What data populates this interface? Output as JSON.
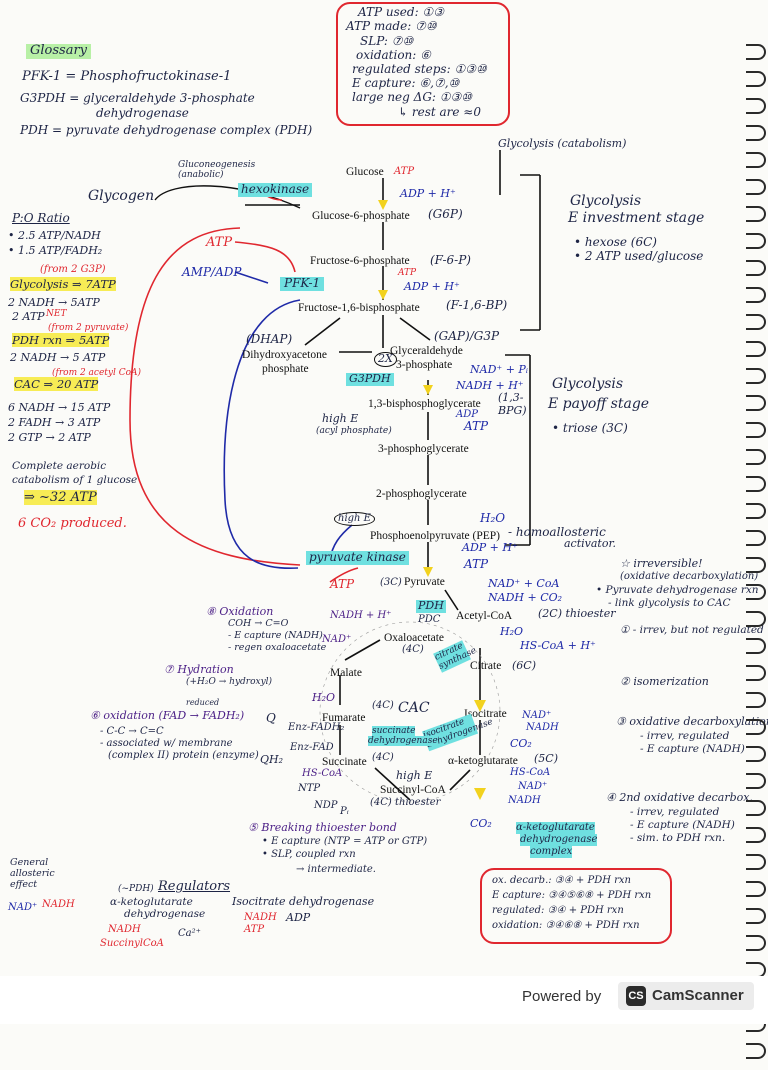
{
  "summary_box": {
    "lines": [
      "ATP used: ①③",
      "ATP made: ⑦⑩",
      "SLP: ⑦⑩",
      "oxidation: ⑥",
      "regulated steps: ①③⑩",
      "E capture: ⑥,⑦,⑩",
      "large neg ΔG: ①③⑩",
      "↳ rest are ≈0"
    ]
  },
  "glossary": {
    "title": "Glossary",
    "pfk": "PFK-1 = Phosphofructokinase-1",
    "gapdh_1": "G3PDH = glyceraldehyde 3-phosphate",
    "gapdh_2": "dehydrogenase",
    "pdh": "PDH = pyruvate dehydrogenase complex (PDH)"
  },
  "po_ratio": {
    "title": "P:O Ratio",
    "nadh": "• 2.5 ATP/NADH",
    "fadh": "• 1.5 ATP/FADH₂",
    "from_g3p": "(from 2 G3P)",
    "glycolysis": "Glycolysis ⇒ 7ATP",
    "glyc_nadh": "2 NADH → 5ATP",
    "glyc_atp": "2 ATP",
    "net": "NET",
    "from_pyruvate": "(from 2 pyruvate)",
    "pdh_rxn": "PDH rxn ⇒ 5ATP",
    "pdh_nadh": "2 NADH → 5 ATP",
    "from_acetyl": "(from 2 acetyl CoA)",
    "cac": "CAC ⇒ 20 ATP",
    "cac_nadh": "6 NADH → 15 ATP",
    "cac_fadh": "2 FADH → 3 ATP",
    "cac_gtp": "2 GTP → 2 ATP",
    "complete_1": "Complete aerobic",
    "complete_2": "catabolism of 1 glucose",
    "total": "⇒ ~32 ATP",
    "co2": "6 CO₂ produced."
  },
  "glycolysis": {
    "header": "Glycolysis (catabolism)",
    "gluconeogenesis": "Gluconeogenesis (anabolic)",
    "glycogen": "Glycogen",
    "glucose": "Glucose",
    "atp": "ATP",
    "adp_h": "ADP + H⁺",
    "hexokinase": "hexokinase",
    "g6p": "Glucose-6-phosphate",
    "g6p_abbr": "(G6P)",
    "f6p": "Fructose-6-phosphate",
    "f6p_abbr": "(F-6-P)",
    "atp_reg": "ATP",
    "amp_adp": "AMP/ADP",
    "pfk": "PFK-1",
    "f16bp": "Fructose-1,6-bisphosphate",
    "f16bp_abbr": "(F-1,6-BP)",
    "dhap": "(DHAP)",
    "dhap_name_1": "Dihydroxyacetone",
    "dhap_name_2": "phosphate",
    "g3p_abbr": "(GAP)/G3P",
    "g3p_name_1": "Glyceraldehyde",
    "g3p_name_2": "3-phosphate",
    "two_x": "2X",
    "gapdh": "G3PDH",
    "nad_pi": "NAD⁺ + Pᵢ",
    "nadh_h": "NADH + H⁺",
    "bpg": "1,3-bisphosphoglycerate",
    "bpg_abbr": "(1,3-BPG)",
    "high_e": "high E",
    "acyl_phosphate": "(acyl phosphate)",
    "adp": "ADP",
    "atp_out": "ATP",
    "pg3": "3-phosphoglycerate",
    "pg2": "2-phosphoglycerate",
    "h2o": "H₂O",
    "high_e_2": "high E",
    "pep": "Phosphoenolpyruvate (PEP)",
    "pep_note_1": "- homoallosteric",
    "pep_note_2": "activator.",
    "pyruvate_kinase": "pyruvate kinase",
    "adp_h_2": "ADP + H⁺",
    "atp_2": "ATP",
    "pyruvate": "Pyruvate",
    "three_c": "(3C)",
    "atp_inhib": "ATP",
    "investment_title_1": "Glycolysis",
    "investment_title_2": "E investment stage",
    "investment_b1": "• hexose (6C)",
    "investment_b2": "• 2 ATP used/glucose",
    "payoff_title_1": "Glycolysis",
    "payoff_title_2": "E payoff stage",
    "payoff_b1": "• triose (3C)"
  },
  "pdh_section": {
    "pdh": "PDH",
    "pdc": "PDC",
    "nad_coa": "NAD⁺ + CoA",
    "nadh_co2": "NADH + CO₂",
    "acetyl": "Acetyl-CoA",
    "acetyl_note": "(2C) thioester",
    "note_title": "☆ irreversible!",
    "note_1": "(oxidative decarboxylation)",
    "note_2": "• Pyruvate dehydrogenase rxn",
    "note_3": "- link glycolysis to CAC"
  },
  "cac": {
    "title": "CAC",
    "oxaloacetate": "Oxaloacetate",
    "oaa_4c": "(4C)",
    "citrate_synthase": "citrate synthase",
    "h2o": "H₂O",
    "hscoa_h": "HS-CoA + H⁺",
    "citrate": "Citrate",
    "citrate_6c": "(6C)",
    "isocitrate": "Isocitrate",
    "icdh": "isocitrate dehydrogenase",
    "nad": "NAD⁺",
    "nadh": "NADH",
    "co2": "CO₂",
    "akg": "α-ketoglutarate",
    "akg_5c": "(5C)",
    "hscoa": "HS-CoA",
    "nad_2": "NAD⁺",
    "nadh_2": "NADH",
    "co2_2": "CO₂",
    "akgdh_1": "α-ketoglutarate",
    "akgdh_2": "dehydrogenase",
    "akgdh_3": "complex",
    "succoa": "Succinyl-CoA",
    "succoa_4c": "(4C) thioester",
    "high_e": "high E",
    "hs_coa_3": "HS-CoA",
    "ntp": "NTP",
    "ndp": "NDP",
    "pi": "Pᵢ",
    "succinate": "Succinate",
    "succinate_4c": "(4C)",
    "sdh_1": "succinate",
    "sdh_2": "dehydrogenase",
    "fumarate": "Fumarate",
    "fumarate_4c": "(4C)",
    "q": "Q",
    "qh2": "QH₂",
    "enz_fadh2": "Enz-FADH₂",
    "enz_fad": "Enz-FAD",
    "h2o_2": "H₂O",
    "malate": "Malate",
    "nad_3": "NAD⁺",
    "nadh_3": "NADH + H⁺",
    "step1": "① - irrev, but not regulated",
    "step2": "② isomerization",
    "step3_a": "③ oxidative decarboxylation",
    "step3_b": "- irrev, regulated",
    "step3_c": "- E capture (NADH)",
    "step4_a": "④ 2nd oxidative decarbox.",
    "step4_b": "- irrev, regulated",
    "step4_c": "- E capture (NADH)",
    "step4_d": "- sim. to PDH rxn.",
    "step5_a": "⑤ Breaking thioester bond",
    "step5_b": "• E capture (NTP = ATP or GTP)",
    "step5_c": "• SLP, coupled rxn",
    "step5_d": "→ intermediate.",
    "step6_a": "⑥ oxidation (FAD → FADH₂)",
    "step6_reduced": "reduced",
    "step6_b": "- C-C → C=C",
    "step6_c": "- associated w/ membrane",
    "step6_d": "(complex II) protein (enzyme)",
    "step7_a": "⑦ Hydration",
    "step7_b": "(+H₂O → hydroxyl)",
    "step8_a": "⑧ Oxidation",
    "step8_b": "COH → C=O",
    "step8_c": "- E capture (NADH)",
    "step8_d": "- regen oxaloacetate"
  },
  "bottom_box": {
    "lines": [
      "ox. decarb.: ③④ + PDH rxn",
      "E capture: ③④⑤⑥⑧ + PDH rxn",
      "regulated: ③④ + PDH rxn",
      "oxidation: ③④⑥⑧ + PDH rxn"
    ]
  },
  "regulators": {
    "allosteric_1": "General",
    "allosteric_2": "allosteric",
    "allosteric_3": "effect",
    "nad": "NAD⁺",
    "nadh": "NADH",
    "title": "Regulators",
    "akgdh_1": "(~PDH)",
    "akgdh_2": "α-ketoglutarate",
    "akgdh_3": "dehydrogenase",
    "akgdh_inh_1": "NADH",
    "akgdh_inh_2": "SuccinylCoA",
    "ca": "Ca²⁺",
    "icdh": "Isocitrate dehydrogenase",
    "icdh_inh_1": "NADH",
    "icdh_inh_2": "ATP",
    "icdh_act": "ADP"
  },
  "footer": {
    "powered_by": "Powered by",
    "logo": "CS",
    "brand": "CamScanner"
  }
}
